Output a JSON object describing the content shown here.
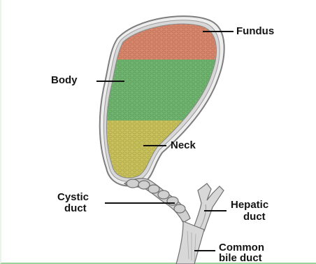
{
  "labels": {
    "fundus": "Fundus",
    "body": "Body",
    "neck": "Neck",
    "cystic_line1": "Cystic",
    "cystic_line2": "duct",
    "hepatic_line1": "Hepatic",
    "hepatic_line2": "duct",
    "common_line1": "Common",
    "common_line2": "bile duct"
  },
  "colors": {
    "fundus_region": "#d9866b",
    "body_region": "#6fb56f",
    "neck_region": "#c9c15a",
    "wall": "#b8b8b8",
    "duct": "#c9c9c9"
  }
}
